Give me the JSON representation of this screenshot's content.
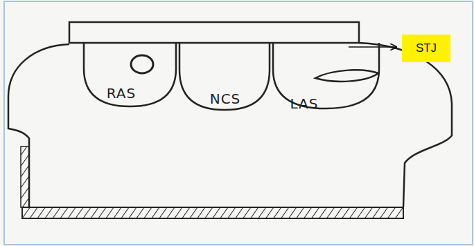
{
  "diagram": {
    "nodes": [
      {
        "text": [
          "RAS"
        ]
      },
      {
        "text": [
          "NCS"
        ]
      },
      {
        "text": [
          "LAS"
        ]
      },
      {
        "text": [
          "STJ"
        ]
      }
    ]
  }
}
